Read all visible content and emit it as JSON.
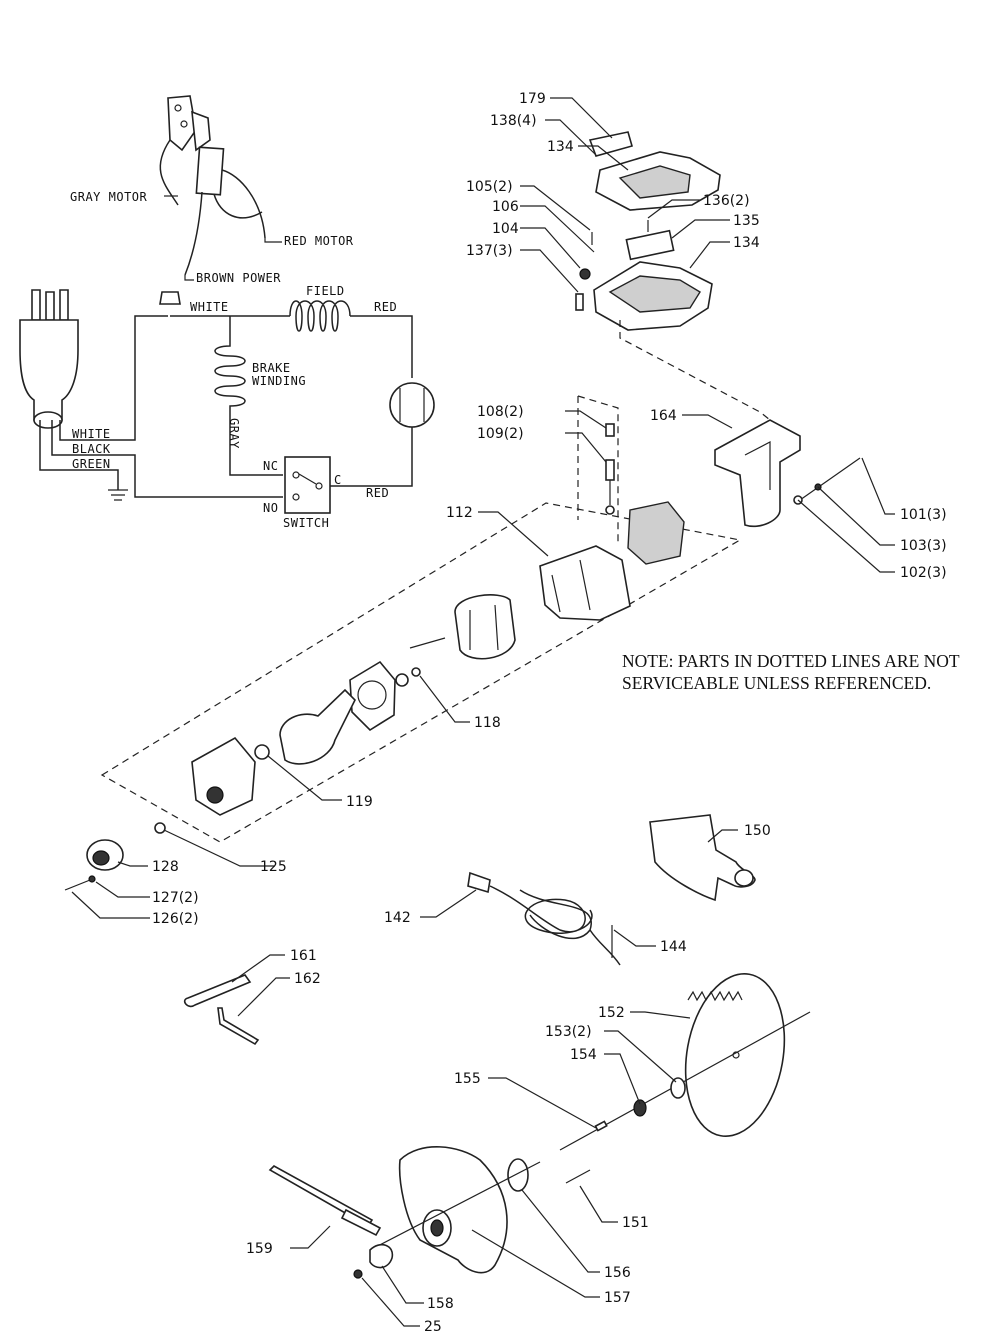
{
  "wiring": {
    "gray_motor": "GRAY MOTOR",
    "red_motor": "RED MOTOR",
    "brown_power": "BROWN POWER",
    "white_top": "WHITE",
    "field": "FIELD",
    "red_top": "RED",
    "brake_1": "BRAKE",
    "brake_2": "WINDING",
    "gray": "GRAY",
    "white_plug": "WHITE",
    "black": "BLACK",
    "green": "GREEN",
    "nc": "NC",
    "c": "C",
    "red_switch": "RED",
    "no": "NO",
    "switch": "SWITCH"
  },
  "note": {
    "line1": "NOTE: PARTS IN DOTTED LINES ARE NOT",
    "line2": "SERVICEABLE UNLESS REFERENCED."
  },
  "part_labels": {
    "p179": "179",
    "p138": "138(4)",
    "p134a": "134",
    "p105": "105(2)",
    "p106": "106",
    "p104": "104",
    "p137": "137(3)",
    "p136": "136(2)",
    "p135": "135",
    "p134b": "134",
    "p164": "164",
    "p101": "101(3)",
    "p103": "103(3)",
    "p102": "102(3)",
    "p108": "108(2)",
    "p109": "109(2)",
    "p112": "112",
    "p118": "118",
    "p119": "119",
    "p125": "125",
    "p128": "128",
    "p127": "127(2)",
    "p126": "126(2)",
    "p150": "150",
    "p142": "142",
    "p144": "144",
    "p161": "161",
    "p162": "162",
    "p152": "152",
    "p153": "153(2)",
    "p154": "154",
    "p155": "155",
    "p151": "151",
    "p156": "156",
    "p157": "157",
    "p159": "159",
    "p158": "158",
    "p25": "25"
  }
}
